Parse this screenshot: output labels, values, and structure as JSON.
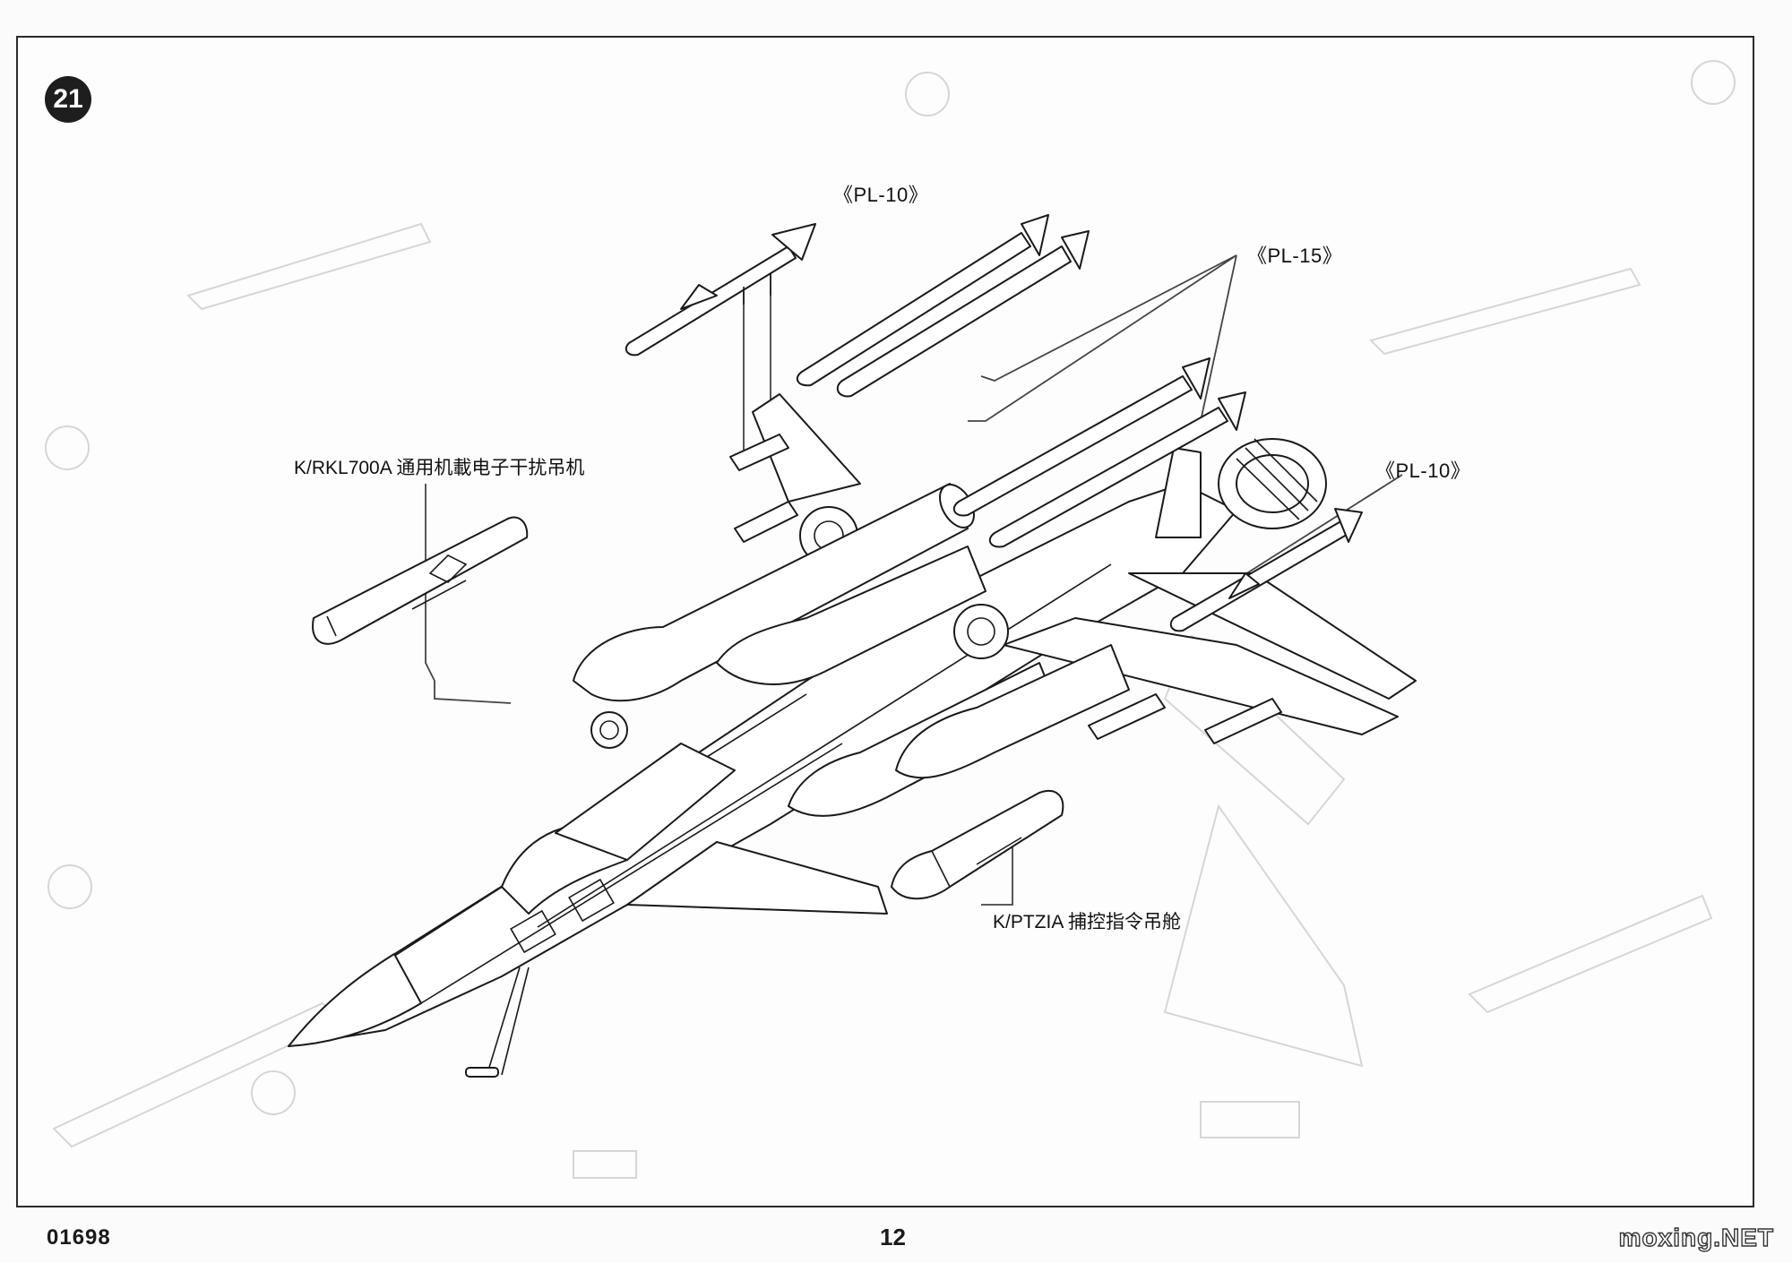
{
  "step": {
    "number": "21"
  },
  "callouts": {
    "pl10_top": "《PL-10》",
    "pl15": "《PL-15》",
    "pl10_right": "《PL-10》",
    "ecm_pod": "K/RKL700A 通用机載电子干扰吊机",
    "targeting_pod": "K/PTZIA 捕控指令吊舱"
  },
  "footer": {
    "product_code": "01698",
    "page_number": "12",
    "watermark": "moxing.NET"
  }
}
